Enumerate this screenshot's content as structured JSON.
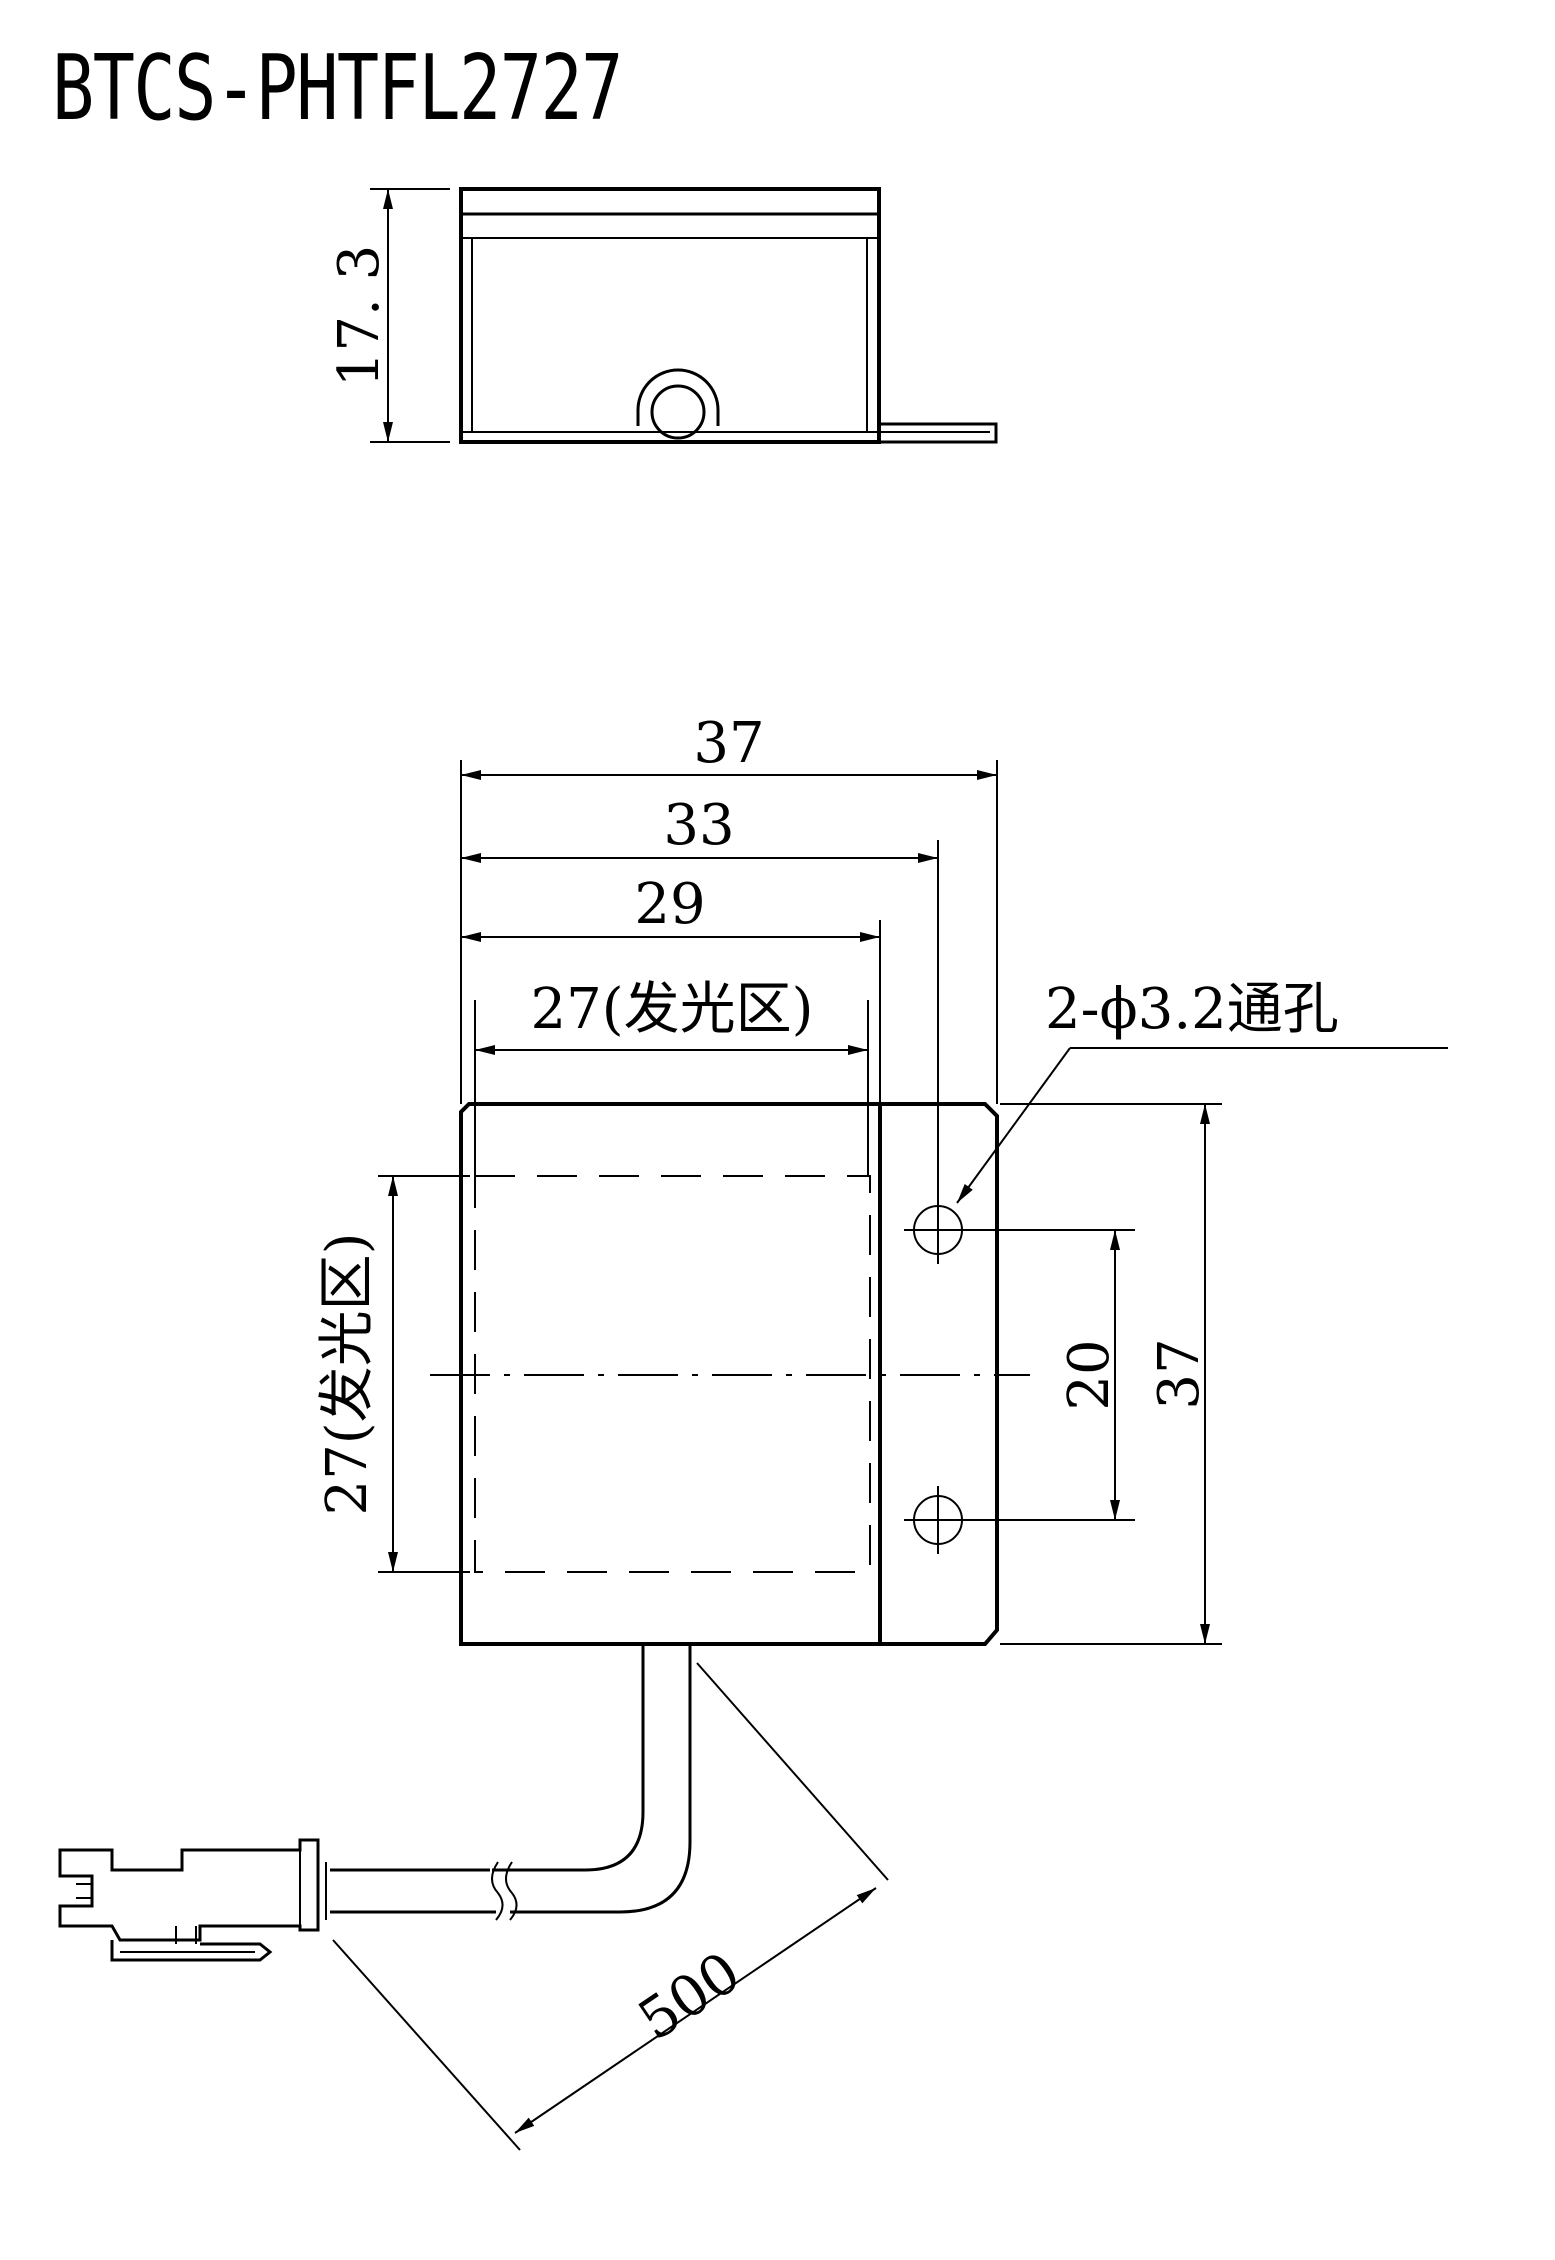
{
  "title": "BTCS-PHTFL2727",
  "dimensions": {
    "side_height": "17. 3",
    "width_overall": "37",
    "width_hole": "33",
    "width_body": "29",
    "emit_width": "27(发光区)",
    "emit_height": "27(发光区)",
    "hole_spacing": "20",
    "height_overall": "37",
    "cable_length": "500"
  },
  "callout": {
    "holes": "2-ϕ3.2通孔"
  }
}
